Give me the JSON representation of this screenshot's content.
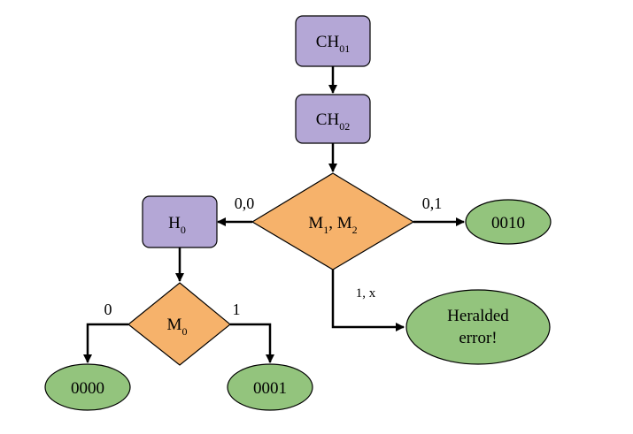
{
  "nodes": {
    "ch01": {
      "main": "CH",
      "sub": "01"
    },
    "ch02": {
      "main": "CH",
      "sub": "02"
    },
    "m12": {
      "m1": "M",
      "m1_sub": "1",
      "sep": ", ",
      "m2": "M",
      "m2_sub": "2"
    },
    "h0": {
      "main": "H",
      "sub": "0"
    },
    "m0": {
      "main": "M",
      "sub": "0"
    },
    "out_0010": {
      "label": "0010"
    },
    "out_0000": {
      "label": "0000"
    },
    "out_0001": {
      "label": "0001"
    },
    "heralded": {
      "line1": "Heralded",
      "line2": "error!"
    }
  },
  "edges": {
    "m12_to_h0": "0,0",
    "m12_to_0010": "0,1",
    "m12_to_heralded": "1, x",
    "m0_to_0000": "0",
    "m0_to_0001": "1"
  },
  "colors": {
    "box_fill": "#B4A7D6",
    "diamond_fill": "#F6B26B",
    "oval_fill": "#93C47D",
    "stroke": "#000000"
  }
}
